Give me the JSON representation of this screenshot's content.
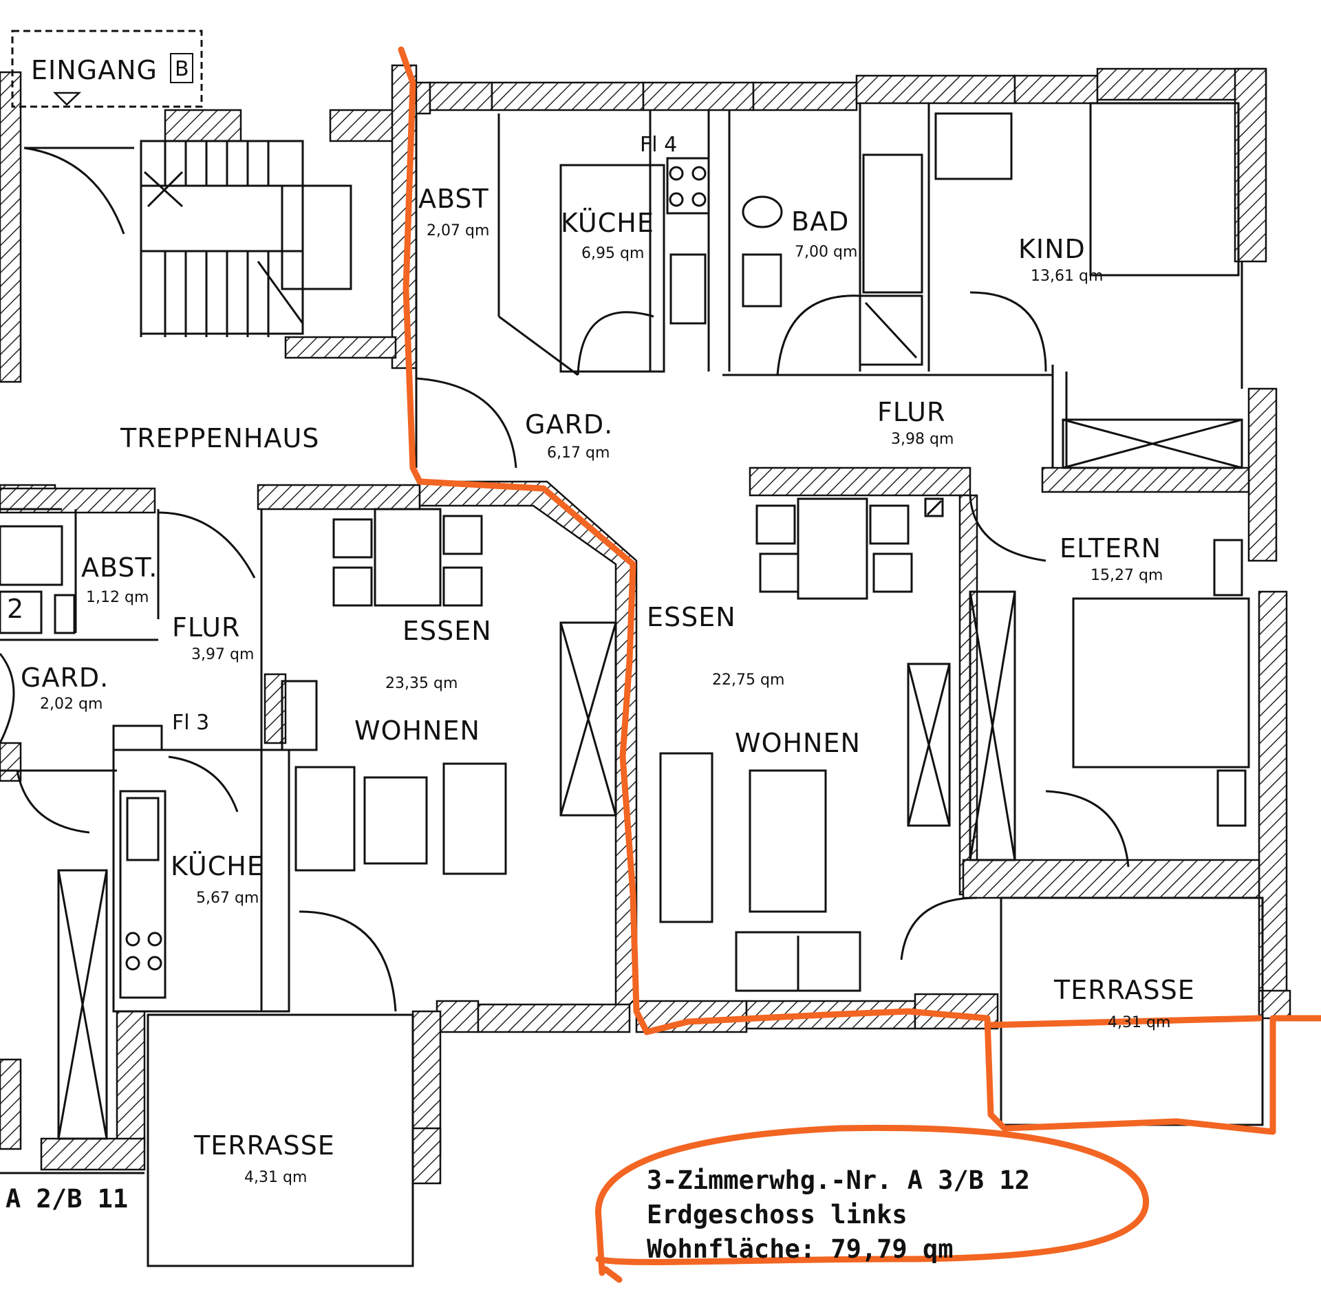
{
  "plan": {
    "entrance": "EINGANG",
    "entrance_letter": "B",
    "stairwell": "TREPPENHAUS",
    "rooms_right": {
      "abst": {
        "name": "ABST",
        "area": "2,07 qm"
      },
      "kueche": {
        "name": "KÜCHE",
        "area": "6,95 qm"
      },
      "bad": {
        "name": "BAD",
        "area": "7,00 qm"
      },
      "kind": {
        "name": "KIND",
        "area": "13,61 qm"
      },
      "gard": {
        "name": "GARD.",
        "area": "6,17 qm"
      },
      "flur": {
        "name": "FLUR",
        "area": "3,98 qm"
      },
      "fl": "Fl 4",
      "eltern": {
        "name": "ELTERN",
        "area": "15,27 qm"
      },
      "essen": {
        "name": "ESSEN",
        "area": "22,75 qm"
      },
      "wohnen": {
        "name": "WOHNEN"
      },
      "terrasse": {
        "name": "TERRASSE",
        "area": "4,31 qm"
      }
    },
    "rooms_left": {
      "abst": {
        "name": "ABST.",
        "area": "1,12 qm"
      },
      "flur": {
        "name": "FLUR",
        "area": "3,97 qm"
      },
      "gard": {
        "name": "GARD.",
        "area": "2,02 qm"
      },
      "essen": {
        "name": "ESSEN",
        "area": "23,35 qm"
      },
      "wohnen": {
        "name": "WOHNEN"
      },
      "fl": "Fl 3",
      "kueche": {
        "name": "KÜCHE",
        "area": "5,67 qm"
      },
      "terrasse": {
        "name": "TERRASSE",
        "area": "4,31 qm"
      },
      "unit": "A 2/B 11",
      "edge_number": "2"
    },
    "info": {
      "line1": "3-Zimmerwhg.-Nr. A 3/B 12",
      "line2": "Erdgeschoss links",
      "line3": "Wohnfläche: 79,79 qm"
    },
    "highlight_color": "#f26522"
  }
}
